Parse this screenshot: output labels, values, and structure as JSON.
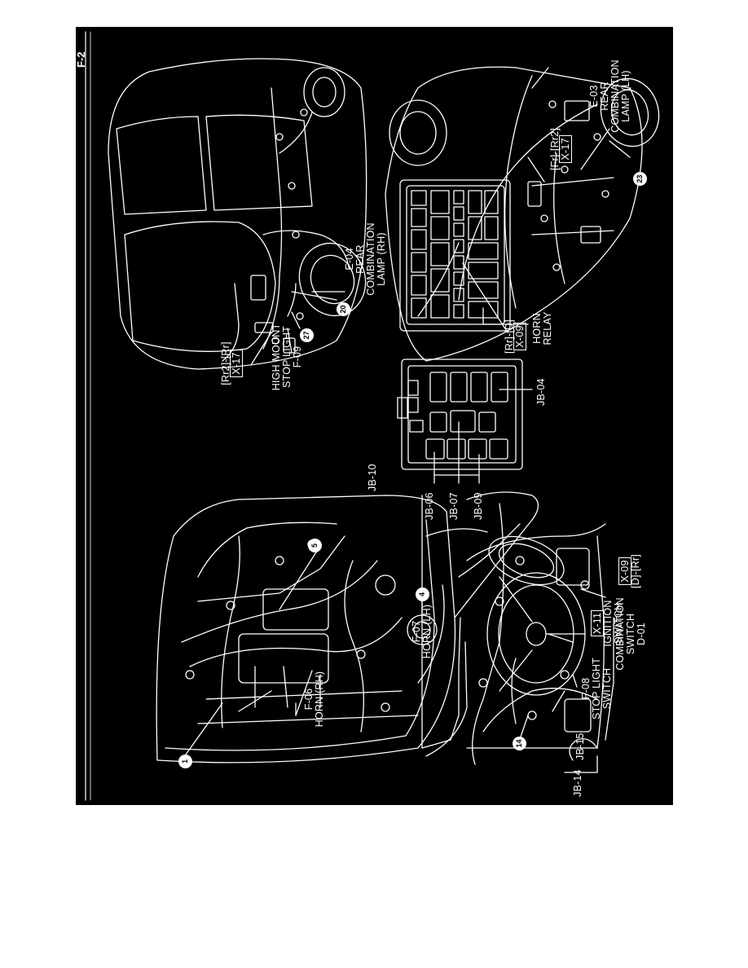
{
  "page_label": "F-2",
  "labels": {
    "jb14": "JB-14",
    "jb15": "JB-15",
    "f06_code": "F-06",
    "f06_name": "HORN (RH)",
    "f07_code": "F-07",
    "f07_name": "HORN (LH)",
    "f08_code": "F-08",
    "f08_l1": "STOP LIGHT",
    "f08_l2": "SWITCH",
    "x11": "X-11",
    "ign_l1": "IGNITION",
    "ign_l2": "SWITCH",
    "comb_l1": "COMBINATION",
    "comb_l2": "SWITCH",
    "comb_code": "D-01",
    "x09": "X-09",
    "d_rr": "[D]-[Rr]",
    "jb06": "JB-06",
    "jb07": "JB-07",
    "jb09": "JB-09",
    "jb10": "JB-10",
    "jb04": "JB-04",
    "horn_relay_l1": "HORN",
    "horn_relay_l2": "RELAY",
    "rr2_rr": "[Rr2]-[Rr]",
    "x17a": "X-17",
    "hm_l1": "HIGH MOUNT",
    "hm_l2": "STOP LIGHT",
    "hm_code": "F-09",
    "e04_code": "E-04",
    "e04_l1": "REAR",
    "e04_l2": "COMBINATION",
    "e04_l3": "LAMP (RH)",
    "rr_d": "[Rr]-[D]",
    "x09b": "X-09",
    "fr_rr2": "[Fr]-[Rr2]",
    "x17b": "X-17",
    "e03_code": "E-03",
    "e03_l1": "REAR",
    "e03_l2": "COMBINATION",
    "e03_l3": "LAMP (LH)"
  },
  "callouts": {
    "c1": "1",
    "c5": "5",
    "c4": "4",
    "c14": "14",
    "c27": "27",
    "c20": "20",
    "c23": "23"
  },
  "colors": {
    "background": "#000000",
    "line": "#ffffff",
    "page": "#ffffff"
  }
}
